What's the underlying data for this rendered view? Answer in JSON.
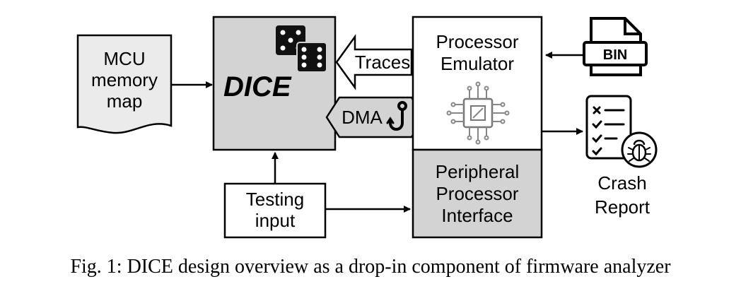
{
  "memory_map": {
    "lines": [
      "MCU",
      "memory",
      "map"
    ]
  },
  "dice": {
    "title": "DICE"
  },
  "traces": {
    "label": "Traces"
  },
  "dma": {
    "label": "DMA"
  },
  "emulator": {
    "lines": [
      "Processor",
      "Emulator"
    ]
  },
  "peripheral": {
    "lines": [
      "Peripheral",
      "Processor",
      "Interface"
    ]
  },
  "testing_input": {
    "lines": [
      "Testing",
      "input"
    ]
  },
  "bin_file": {
    "label": "BIN"
  },
  "crash_report": {
    "lines": [
      "Crash",
      "Report"
    ]
  },
  "caption": {
    "text": "Fig. 1: DICE design overview as a drop-in component of firmware analyzer"
  },
  "colors": {
    "gray_fill": "#d3d3d3",
    "light_fill": "#ebebeb",
    "stroke": "#000000"
  },
  "icons": [
    "dice-icon",
    "hook-icon",
    "chip-icon",
    "file-bin-icon",
    "checklist-icon",
    "bug-icon"
  ]
}
